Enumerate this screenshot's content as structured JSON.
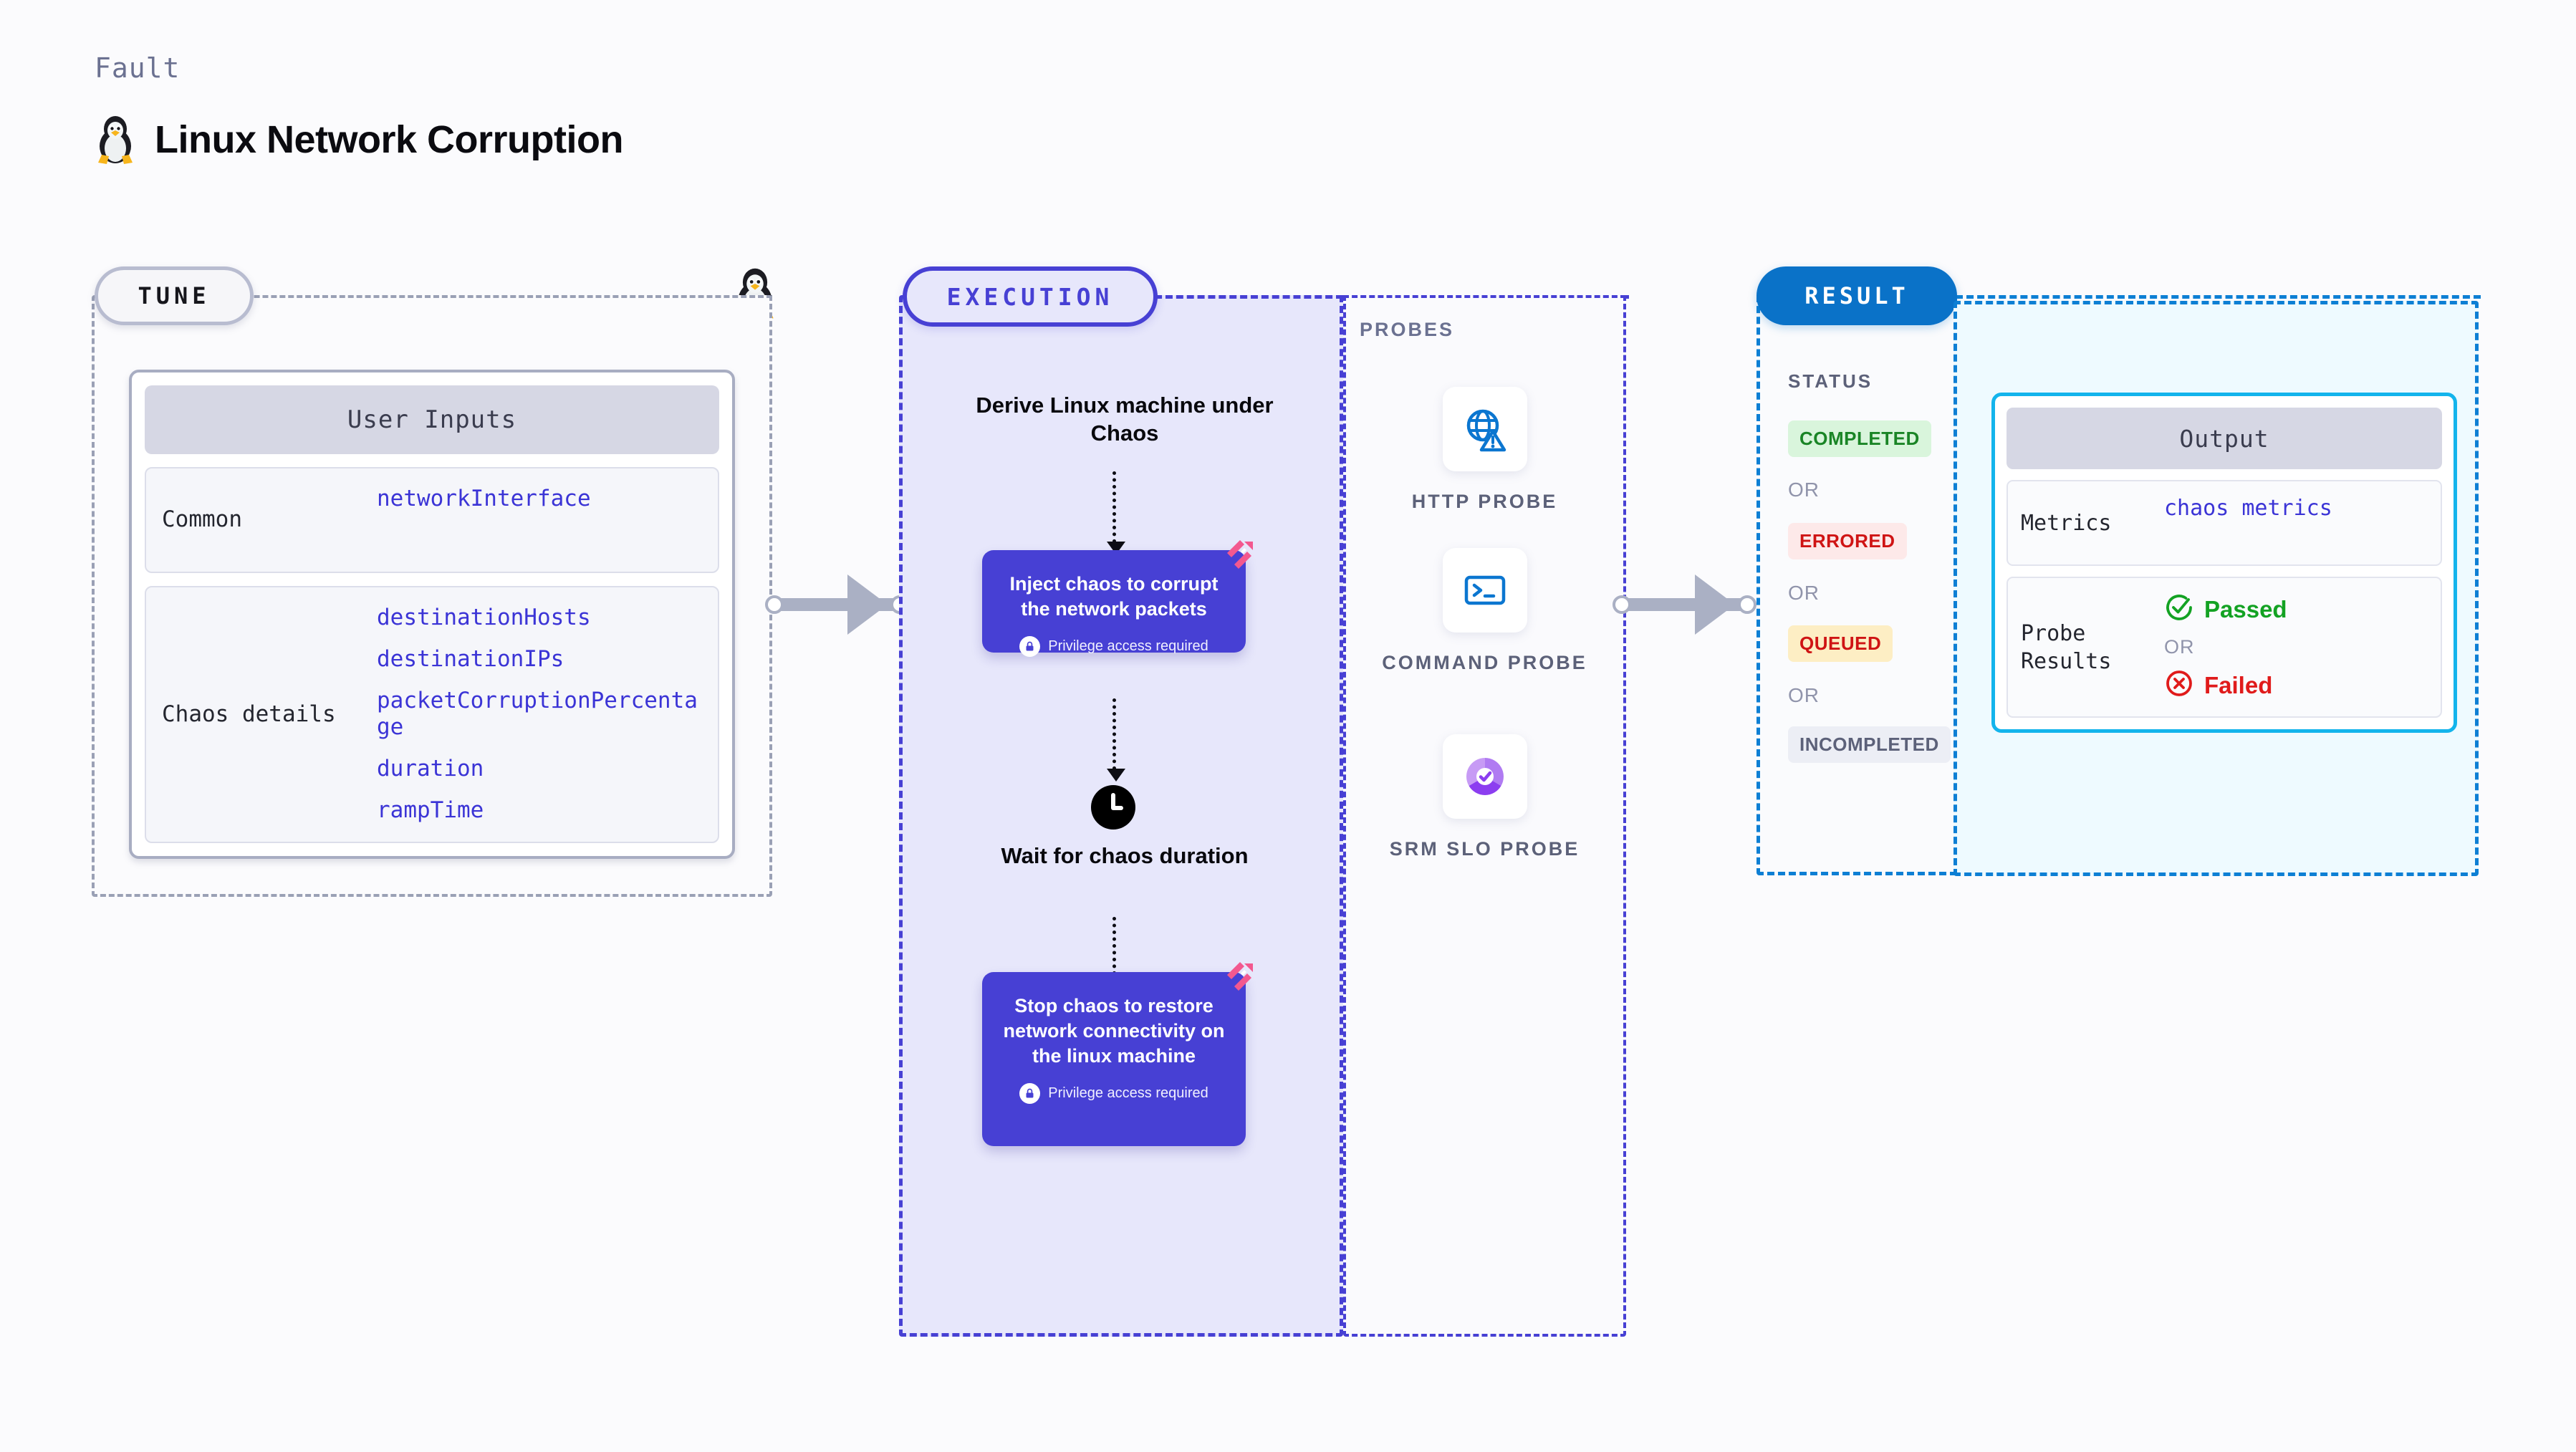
{
  "header": {
    "fault_label": "Fault",
    "title": "Linux Network Corruption",
    "icon": "tux-penguin-icon"
  },
  "tune": {
    "pill_label": "TUNE",
    "card_title": "User Inputs",
    "groups": [
      {
        "label": "Common",
        "values": [
          "networkInterface"
        ]
      },
      {
        "label": "Chaos details",
        "values": [
          "destinationHosts",
          "destinationIPs",
          "packetCorruptionPercentage",
          "duration",
          "rampTime"
        ]
      }
    ]
  },
  "execution": {
    "pill_label": "EXECUTION",
    "head_label": "Derive Linux machine under Chaos",
    "inject_node": {
      "title": "Inject chaos to corrupt the network packets",
      "privilege": "Privilege access required"
    },
    "wait_label": "Wait for chaos duration",
    "stop_node": {
      "title": "Stop chaos to restore network connectivity on the linux machine",
      "privilege": "Privilege access required"
    }
  },
  "probes": {
    "section_label": "PROBES",
    "items": [
      {
        "label": "HTTP PROBE",
        "icon": "globe-warning-icon"
      },
      {
        "label": "COMMAND PROBE",
        "icon": "terminal-icon"
      },
      {
        "label": "SRM SLO PROBE",
        "icon": "donut-check-icon"
      }
    ]
  },
  "result": {
    "pill_label": "RESULT",
    "status_label": "STATUS",
    "or_label": "OR",
    "statuses": [
      {
        "label": "COMPLETED",
        "bg": "#d9f5dc",
        "fg": "#1a8526"
      },
      {
        "label": "ERRORED",
        "bg": "#fde9e9",
        "fg": "#cf1414"
      },
      {
        "label": "QUEUED",
        "bg": "#fdeec4",
        "fg": "#cf1414"
      },
      {
        "label": "INCOMPLETED",
        "bg": "#eceef5",
        "fg": "#5c6179"
      }
    ],
    "output": {
      "card_title": "Output",
      "metrics_label": "Metrics",
      "metrics_value": "chaos metrics",
      "probe_results_label": "Probe Results",
      "passed_label": "Passed",
      "failed_label": "Failed",
      "or_label": "OR"
    }
  },
  "colors": {
    "accent_purple": "#4740d4",
    "accent_blue": "#0a72c8",
    "accent_cyan": "#13b4ec",
    "link_blue": "#3b34d6",
    "pink_badge": "#f3588f"
  }
}
